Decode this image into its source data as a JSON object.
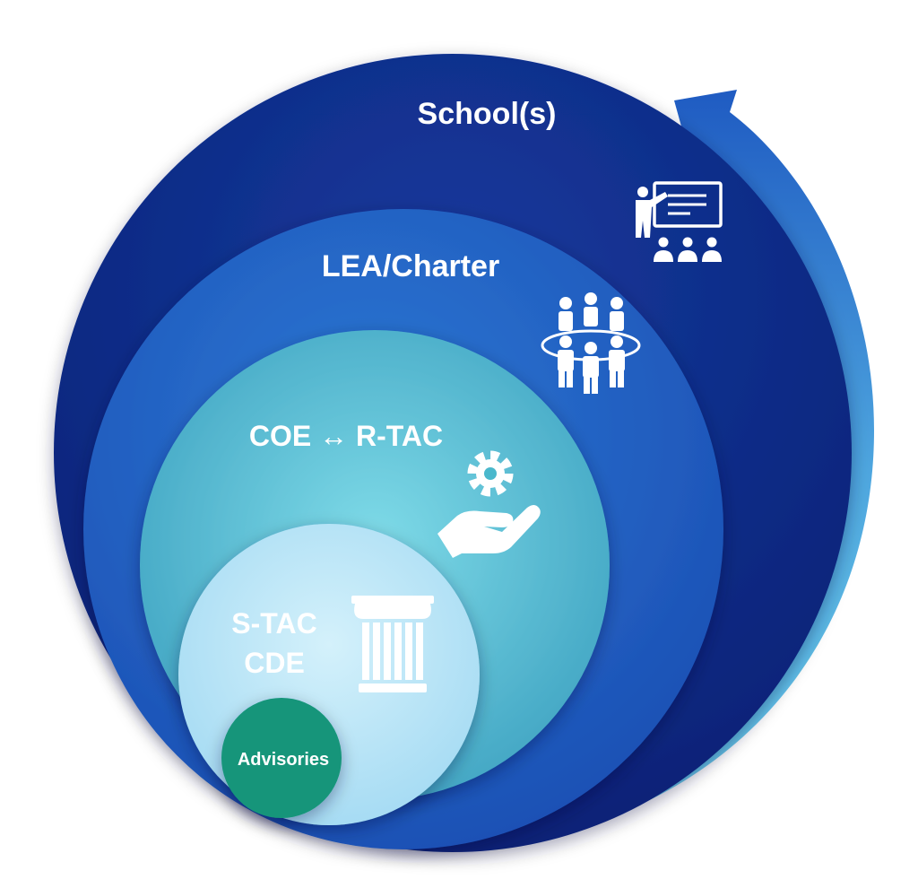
{
  "diagram": {
    "levels": [
      {
        "id": "school",
        "label": "School(s)",
        "icon": "teacher-presentation-icon",
        "color": "#0d2a8a"
      },
      {
        "id": "lea",
        "label": "LEA/Charter",
        "icon": "group-network-icon",
        "color": "#1f5fc4"
      },
      {
        "id": "coe",
        "label": "COE ↔ R-TAC",
        "icon": "gear-hand-icon",
        "color": "#4ab8cc"
      },
      {
        "id": "stac",
        "label_line1": "S-TAC",
        "label_line2": "CDE",
        "icon": "pillar-icon",
        "color": "#b5e4f7"
      },
      {
        "id": "advisories",
        "label": "Advisories",
        "color": "#15957a"
      }
    ],
    "cycle_arrows": [
      "left-arc-arrow",
      "right-arc-arrow"
    ]
  }
}
